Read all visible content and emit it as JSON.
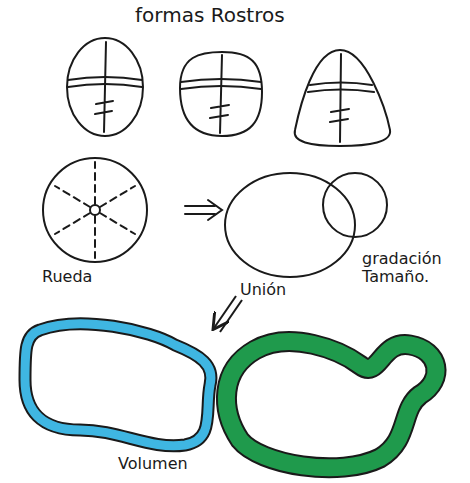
{
  "diagram": {
    "title": "formas Rostros",
    "labels": [
      "Rueda",
      "Unión",
      "gradación Tamaño.",
      "Volumen"
    ]
  }
}
